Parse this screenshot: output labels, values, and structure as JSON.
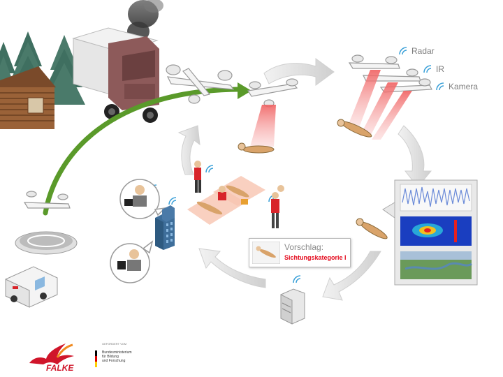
{
  "sensor_labels": {
    "radar": "Radar",
    "ir": "IR",
    "kamera": "Kamera"
  },
  "proposal_box": {
    "title": "Vorschlag:",
    "category": "Sichtungskategorie I"
  },
  "logos": {
    "falke": "FALKE",
    "bmbf_supported": "GEFÖRDERT VOM",
    "bmbf_lines": [
      "Bundesministerium",
      "für Bildung",
      "und Forschung"
    ]
  },
  "colors": {
    "green_arrow": "#5a9a2a",
    "cycle_arrow": "#d9d9d9",
    "sensor_beam": "#f08080",
    "alert_red": "#e4081b"
  },
  "icons": [
    "cabin-icon",
    "truck-icon",
    "smoke-icon",
    "tree-icon",
    "drone-icon",
    "helipad-icon",
    "ambulance-icon",
    "operator-icon",
    "building-icon",
    "rescuer-icon",
    "victim-icon",
    "server-icon",
    "wifi-icon",
    "monitor-panel-icon"
  ]
}
